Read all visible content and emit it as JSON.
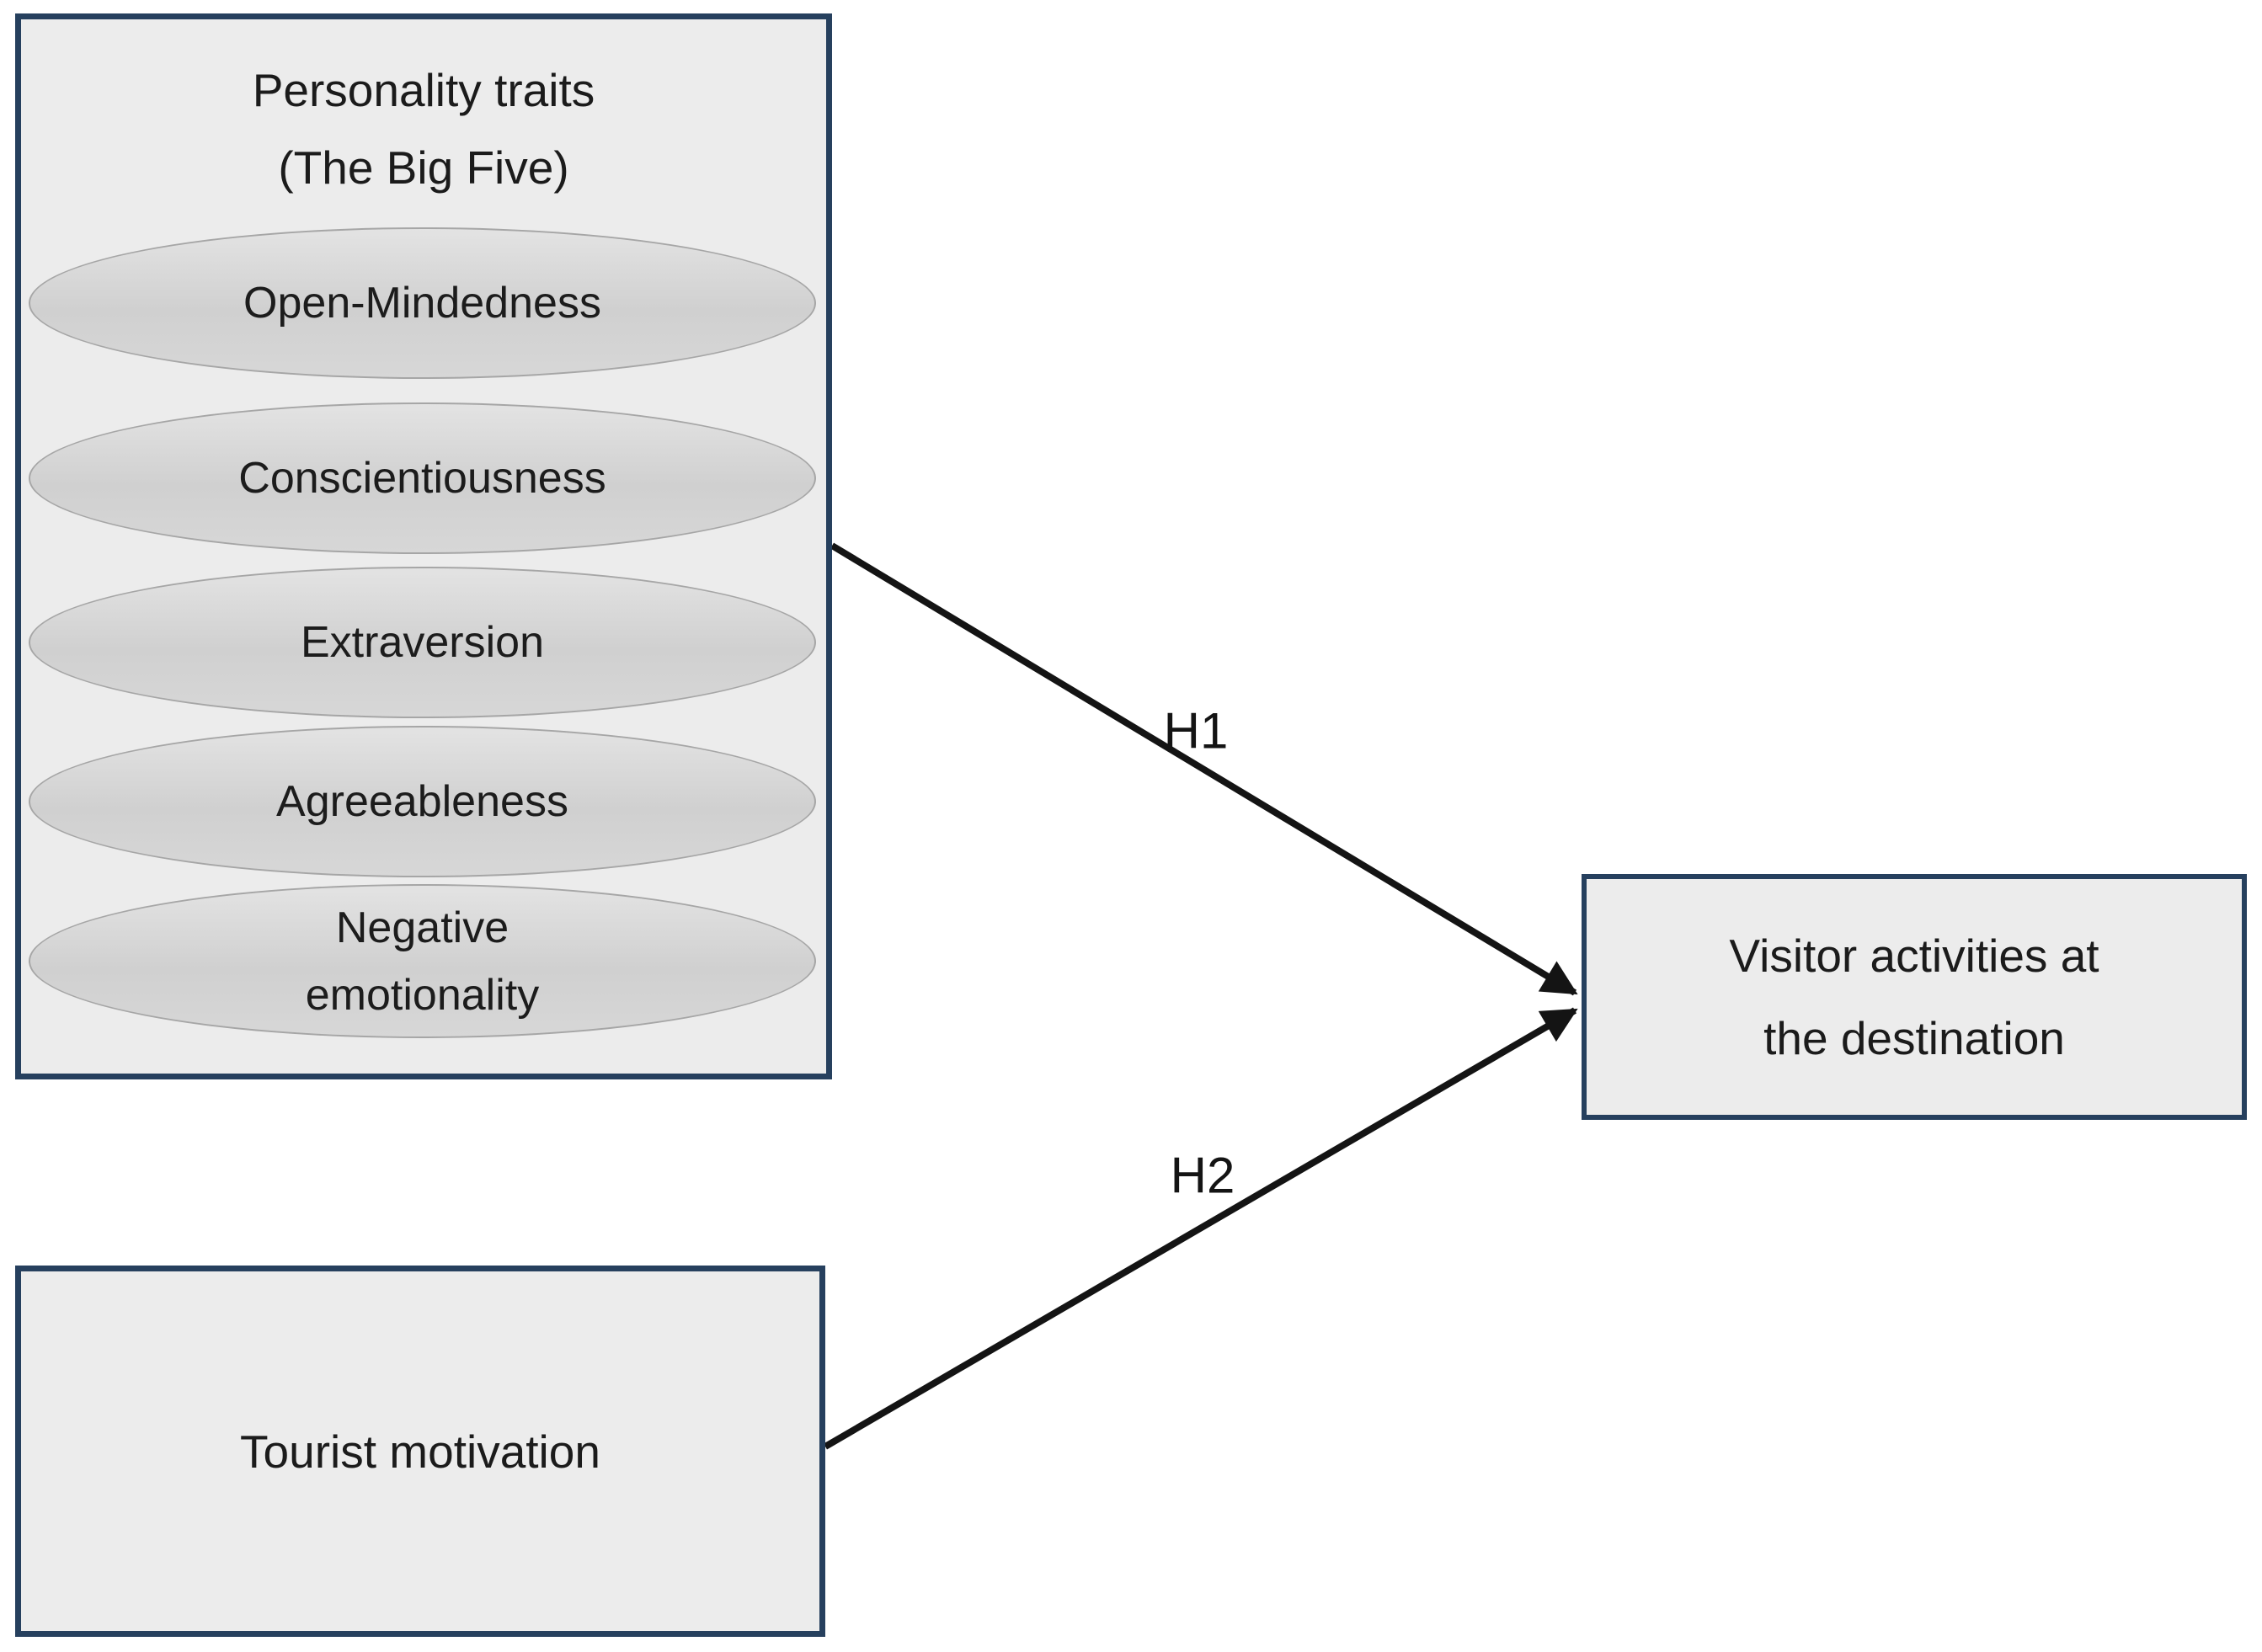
{
  "diagram": {
    "personality_box": {
      "title_line1": "Personality traits",
      "title_line2": "(The Big Five)",
      "traits": [
        "Open-Mindedness",
        "Conscientiousness",
        "Extraversion",
        "Agreeableness",
        "Negative emotionality"
      ]
    },
    "tourist_box": {
      "label": "Tourist motivation"
    },
    "destination_box": {
      "line1": "Visitor activities at",
      "line2": "the destination"
    },
    "arrows": {
      "h1": {
        "label": "H1"
      },
      "h2": {
        "label": "H2"
      }
    },
    "colors": {
      "box_border": "#26405e",
      "box_fill": "#ececec",
      "ellipse_fill_top": "#e3e3e3",
      "ellipse_fill_bottom": "#d0d0d0",
      "ellipse_border": "#a6a6a6",
      "arrow": "#141414",
      "text": "#1b1b1b",
      "background": "#ffffff"
    }
  }
}
